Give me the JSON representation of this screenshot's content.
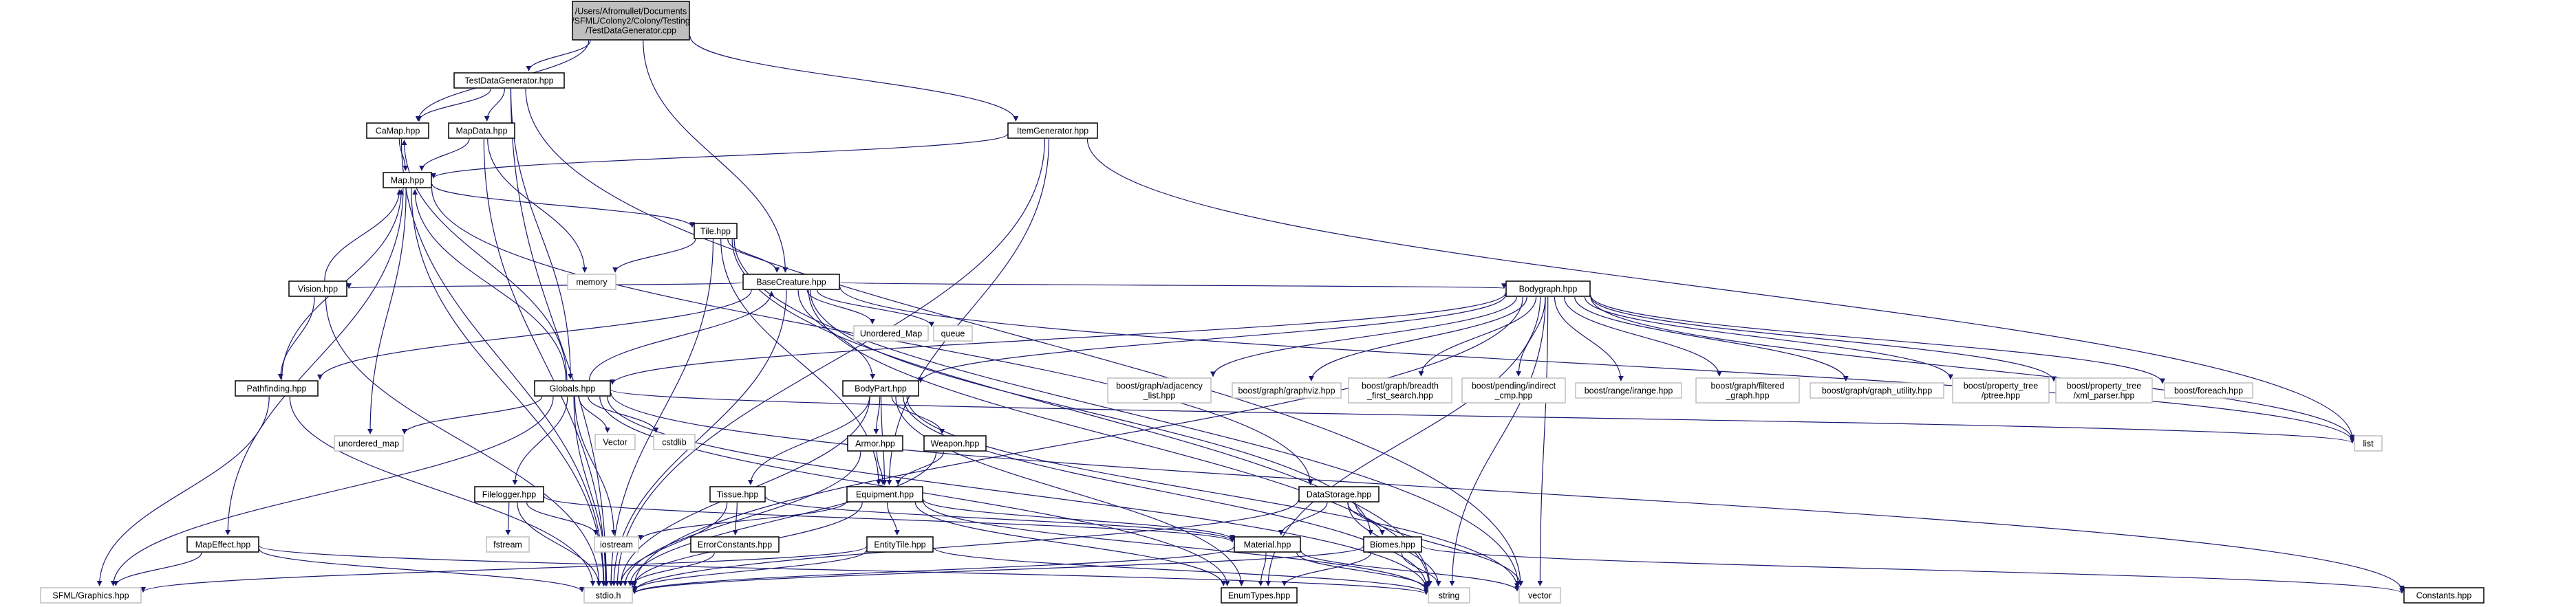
{
  "colors": {
    "edge": "#191970",
    "root_fill": "#bfbfbf",
    "node_fill": "#ffffff",
    "node_border": "#000000",
    "std_border": "#bfbfbf"
  },
  "nodes": [
    {
      "id": "root",
      "lines": [
        "/Users/Afromullet/Documents",
        "/SFML/Colony2/Colony/Testing",
        "/TestDataGenerator.cpp"
      ],
      "root": true
    },
    {
      "id": "tdg",
      "lines": [
        "TestDataGenerator.hpp"
      ]
    },
    {
      "id": "itemgen",
      "lines": [
        "ItemGenerator.hpp"
      ]
    },
    {
      "id": "camap",
      "lines": [
        "CaMap.hpp"
      ]
    },
    {
      "id": "mapdata",
      "lines": [
        "MapData.hpp"
      ]
    },
    {
      "id": "map",
      "lines": [
        "Map.hpp"
      ]
    },
    {
      "id": "tile",
      "lines": [
        "Tile.hpp"
      ]
    },
    {
      "id": "memory",
      "lines": [
        "memory"
      ],
      "std": true
    },
    {
      "id": "basecreature",
      "lines": [
        "BaseCreature.hpp"
      ]
    },
    {
      "id": "unordered_Map",
      "lines": [
        "Unordered_Map"
      ],
      "std": true
    },
    {
      "id": "queue",
      "lines": [
        "queue"
      ],
      "std": true
    },
    {
      "id": "vision",
      "lines": [
        "Vision.hpp"
      ]
    },
    {
      "id": "pathfinding",
      "lines": [
        "Pathfinding.hpp"
      ]
    },
    {
      "id": "bodygraph",
      "lines": [
        "Bodygraph.hpp"
      ]
    },
    {
      "id": "globals",
      "lines": [
        "Globals.hpp"
      ]
    },
    {
      "id": "bodypart",
      "lines": [
        "BodyPart.hpp"
      ]
    },
    {
      "id": "b_adj",
      "lines": [
        "boost/graph/adjacency",
        "_list.hpp"
      ],
      "std": true
    },
    {
      "id": "b_gv",
      "lines": [
        "boost/graph/graphviz.hpp"
      ],
      "std": true
    },
    {
      "id": "b_bfs",
      "lines": [
        "boost/graph/breadth",
        "_first_search.hpp"
      ],
      "std": true
    },
    {
      "id": "b_ind",
      "lines": [
        "boost/pending/indirect",
        "_cmp.hpp"
      ],
      "std": true
    },
    {
      "id": "b_range",
      "lines": [
        "boost/range/irange.hpp"
      ],
      "std": true
    },
    {
      "id": "b_filt",
      "lines": [
        "boost/graph/filtered",
        "_graph.hpp"
      ],
      "std": true
    },
    {
      "id": "b_util",
      "lines": [
        "boost/graph/graph_utility.hpp"
      ],
      "std": true
    },
    {
      "id": "b_pt",
      "lines": [
        "boost/property_tree",
        "/ptree.hpp"
      ],
      "std": true
    },
    {
      "id": "b_xml",
      "lines": [
        "boost/property_tree",
        "/xml_parser.hpp"
      ],
      "std": true
    },
    {
      "id": "b_fe",
      "lines": [
        "boost/foreach.hpp"
      ],
      "std": true
    },
    {
      "id": "list",
      "lines": [
        "list"
      ],
      "std": true
    },
    {
      "id": "unordered_map",
      "lines": [
        "unordered_map"
      ],
      "std": true
    },
    {
      "id": "Vector",
      "lines": [
        "Vector"
      ],
      "std": true
    },
    {
      "id": "cstdlib",
      "lines": [
        "cstdlib"
      ],
      "std": true
    },
    {
      "id": "armor",
      "lines": [
        "Armor.hpp"
      ]
    },
    {
      "id": "weapon",
      "lines": [
        "Weapon.hpp"
      ]
    },
    {
      "id": "filelogger",
      "lines": [
        "Filelogger.hpp"
      ]
    },
    {
      "id": "tissue",
      "lines": [
        "Tissue.hpp"
      ]
    },
    {
      "id": "equipment",
      "lines": [
        "Equipment.hpp"
      ]
    },
    {
      "id": "datastorage",
      "lines": [
        "DataStorage.hpp"
      ]
    },
    {
      "id": "fstream",
      "lines": [
        "fstream"
      ],
      "std": true
    },
    {
      "id": "iostream",
      "lines": [
        "iostream"
      ],
      "std": true
    },
    {
      "id": "errorconst",
      "lines": [
        "ErrorConstants.hpp"
      ]
    },
    {
      "id": "entitytile",
      "lines": [
        "EntityTile.hpp"
      ]
    },
    {
      "id": "material",
      "lines": [
        "Material.hpp"
      ]
    },
    {
      "id": "biomes",
      "lines": [
        "Biomes.hpp"
      ]
    },
    {
      "id": "mapeffect",
      "lines": [
        "MapEffect.hpp"
      ]
    },
    {
      "id": "sfml",
      "lines": [
        "SFML/Graphics.hpp"
      ],
      "std": true
    },
    {
      "id": "stdio",
      "lines": [
        "stdio.h"
      ],
      "std": true
    },
    {
      "id": "enumtypes",
      "lines": [
        "EnumTypes.hpp"
      ]
    },
    {
      "id": "string",
      "lines": [
        "string"
      ],
      "std": true
    },
    {
      "id": "vector",
      "lines": [
        "vector"
      ],
      "std": true
    },
    {
      "id": "constants",
      "lines": [
        "Constants.hpp"
      ]
    }
  ],
  "edges": [
    [
      "root",
      "tdg"
    ],
    [
      "root",
      "camap"
    ],
    [
      "root",
      "itemgen"
    ],
    [
      "root",
      "basecreature"
    ],
    [
      "tdg",
      "camap"
    ],
    [
      "tdg",
      "mapdata"
    ],
    [
      "tdg",
      "globals"
    ],
    [
      "tdg",
      "stdio"
    ],
    [
      "tdg",
      "vector"
    ],
    [
      "itemgen",
      "map"
    ],
    [
      "itemgen",
      "equipment"
    ],
    [
      "itemgen",
      "stdio"
    ],
    [
      "itemgen",
      "list"
    ],
    [
      "camap",
      "map"
    ],
    [
      "camap",
      "stdio"
    ],
    [
      "mapdata",
      "map"
    ],
    [
      "mapdata",
      "memory"
    ],
    [
      "mapdata",
      "stdio"
    ],
    [
      "map",
      "tile"
    ],
    [
      "map",
      "mapeffect"
    ],
    [
      "map",
      "unordered_map"
    ],
    [
      "map",
      "stdio"
    ],
    [
      "map",
      "datastorage"
    ],
    [
      "tile",
      "memory"
    ],
    [
      "tile",
      "basecreature"
    ],
    [
      "tile",
      "equipment"
    ],
    [
      "tile",
      "stdio"
    ],
    [
      "tile",
      "vector"
    ],
    [
      "tile",
      "string"
    ],
    [
      "basecreature",
      "unordered_Map"
    ],
    [
      "basecreature",
      "queue"
    ],
    [
      "basecreature",
      "vision"
    ],
    [
      "basecreature",
      "pathfinding"
    ],
    [
      "basecreature",
      "bodygraph"
    ],
    [
      "basecreature",
      "bodypart"
    ],
    [
      "basecreature",
      "list"
    ],
    [
      "basecreature",
      "stdio"
    ],
    [
      "basecreature",
      "string"
    ],
    [
      "basecreature",
      "biomes"
    ],
    [
      "vision",
      "map"
    ],
    [
      "vision",
      "pathfinding"
    ],
    [
      "vision",
      "stdio"
    ],
    [
      "pathfinding",
      "map"
    ],
    [
      "pathfinding",
      "sfml"
    ],
    [
      "pathfinding",
      "stdio"
    ],
    [
      "bodygraph",
      "globals"
    ],
    [
      "bodygraph",
      "bodypart"
    ],
    [
      "bodygraph",
      "b_adj"
    ],
    [
      "bodygraph",
      "b_gv"
    ],
    [
      "bodygraph",
      "b_bfs"
    ],
    [
      "bodygraph",
      "b_ind"
    ],
    [
      "bodygraph",
      "b_range"
    ],
    [
      "bodygraph",
      "b_filt"
    ],
    [
      "bodygraph",
      "b_util"
    ],
    [
      "bodygraph",
      "b_pt"
    ],
    [
      "bodygraph",
      "b_xml"
    ],
    [
      "bodygraph",
      "b_fe"
    ],
    [
      "bodygraph",
      "list"
    ],
    [
      "bodygraph",
      "stdio"
    ],
    [
      "bodygraph",
      "string"
    ],
    [
      "bodygraph",
      "vector"
    ],
    [
      "bodygraph",
      "enumtypes"
    ],
    [
      "globals",
      "camap"
    ],
    [
      "globals",
      "map"
    ],
    [
      "globals",
      "basecreature"
    ],
    [
      "globals",
      "unordered_map"
    ],
    [
      "globals",
      "Vector"
    ],
    [
      "globals",
      "cstdlib"
    ],
    [
      "globals",
      "filelogger"
    ],
    [
      "globals",
      "iostream"
    ],
    [
      "globals",
      "stdio"
    ],
    [
      "globals",
      "sfml"
    ],
    [
      "globals",
      "list"
    ],
    [
      "globals",
      "constants"
    ],
    [
      "globals",
      "string"
    ],
    [
      "globals",
      "enumtypes"
    ],
    [
      "bodypart",
      "armor"
    ],
    [
      "bodypart",
      "weapon"
    ],
    [
      "bodypart",
      "tissue"
    ],
    [
      "bodypart",
      "equipment"
    ],
    [
      "bodypart",
      "stdio"
    ],
    [
      "bodypart",
      "enumtypes"
    ],
    [
      "bodypart",
      "vector"
    ],
    [
      "bodypart",
      "string"
    ],
    [
      "armor",
      "equipment"
    ],
    [
      "armor",
      "stdio"
    ],
    [
      "weapon",
      "equipment"
    ],
    [
      "weapon",
      "stdio"
    ],
    [
      "filelogger",
      "fstream"
    ],
    [
      "filelogger",
      "iostream"
    ],
    [
      "filelogger",
      "stdio"
    ],
    [
      "filelogger",
      "material"
    ],
    [
      "tissue",
      "errorconst"
    ],
    [
      "tissue",
      "material"
    ],
    [
      "tissue",
      "stdio"
    ],
    [
      "equipment",
      "entitytile"
    ],
    [
      "equipment",
      "material"
    ],
    [
      "equipment",
      "iostream"
    ],
    [
      "equipment",
      "stdio"
    ],
    [
      "equipment",
      "enumtypes"
    ],
    [
      "equipment",
      "string"
    ],
    [
      "datastorage",
      "material"
    ],
    [
      "datastorage",
      "biomes"
    ],
    [
      "datastorage",
      "stdio"
    ],
    [
      "datastorage",
      "string"
    ],
    [
      "datastorage",
      "vector"
    ],
    [
      "errorconst",
      "stdio"
    ],
    [
      "entitytile",
      "sfml"
    ],
    [
      "entitytile",
      "stdio"
    ],
    [
      "entitytile",
      "string"
    ],
    [
      "material",
      "enumtypes"
    ],
    [
      "material",
      "stdio"
    ],
    [
      "material",
      "string"
    ],
    [
      "material",
      "vector"
    ],
    [
      "biomes",
      "enumtypes"
    ],
    [
      "biomes",
      "string"
    ],
    [
      "biomes",
      "stdio"
    ],
    [
      "biomes",
      "constants"
    ],
    [
      "mapeffect",
      "sfml"
    ],
    [
      "mapeffect",
      "stdio"
    ],
    [
      "mapeffect",
      "string"
    ]
  ]
}
